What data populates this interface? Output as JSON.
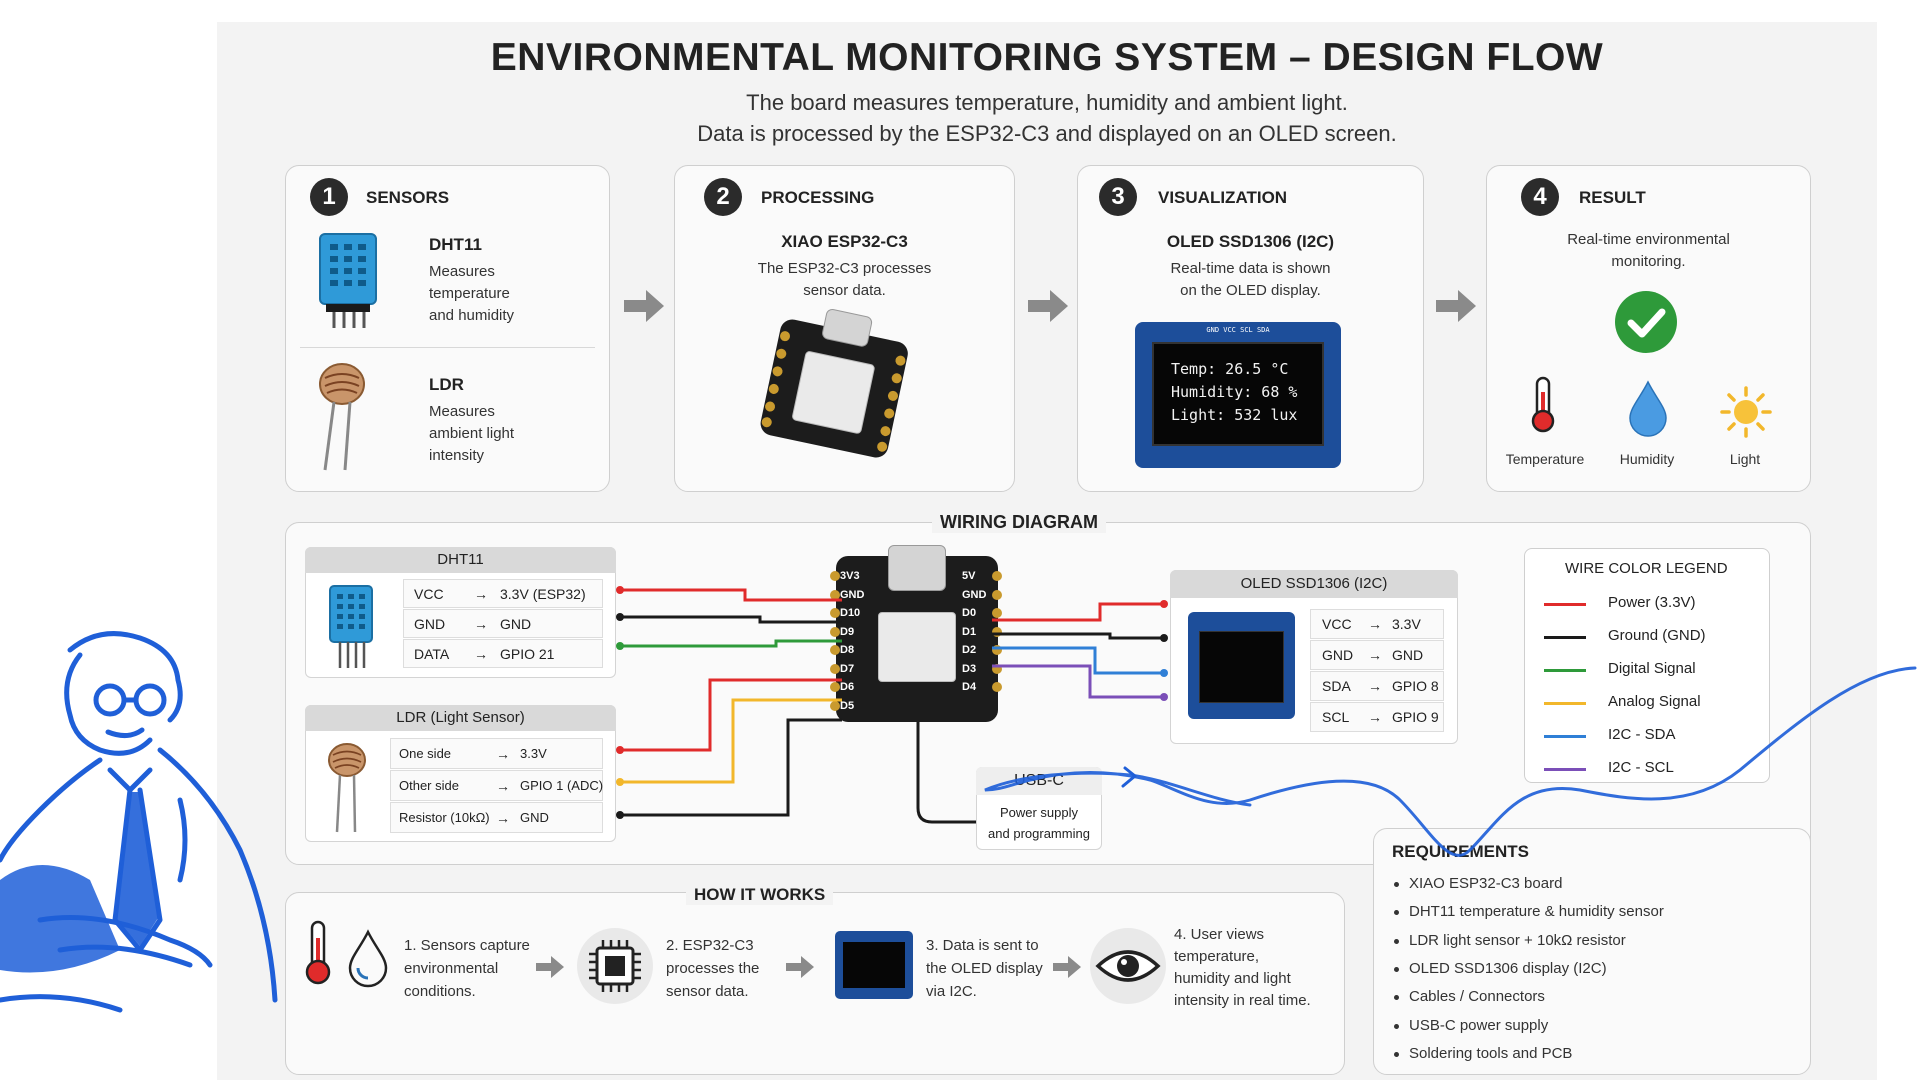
{
  "header": {
    "title": "ENVIRONMENTAL MONITORING SYSTEM – DESIGN FLOW",
    "subtitle_line1": "The board measures temperature, humidity and ambient light.",
    "subtitle_line2": "Data is processed by the ESP32-C3 and displayed on an OLED screen."
  },
  "steps": [
    {
      "num": "1",
      "title": "SENSORS"
    },
    {
      "num": "2",
      "title": "PROCESSING"
    },
    {
      "num": "3",
      "title": "VISUALIZATION"
    },
    {
      "num": "4",
      "title": "RESULT"
    }
  ],
  "sensors": {
    "dht_name": "DHT11",
    "dht_desc": [
      "Measures",
      "temperature",
      "and humidity"
    ],
    "ldr_name": "LDR",
    "ldr_desc": [
      "Measures",
      "ambient light",
      "intensity"
    ]
  },
  "processing": {
    "name": "XIAO ESP32-C3",
    "desc_line1": "The ESP32-C3 processes",
    "desc_line2": "sensor data."
  },
  "visualization": {
    "name": "OLED SSD1306 (I2C)",
    "desc_line1": "Real-time data is shown",
    "desc_line2": "on the OLED display.",
    "screen_line1": "Temp: 26.5 °C",
    "screen_line2": "Humidity: 68 %",
    "screen_line3": "Light: 532 lux",
    "pins": "GND VCC SCL SDA"
  },
  "result": {
    "desc_line1": "Real-time environmental",
    "desc_line2": "monitoring.",
    "icons": [
      "Temperature",
      "Humidity",
      "Light"
    ]
  },
  "wiring": {
    "title": "WIRING DIAGRAM",
    "dht_table": {
      "title": "DHT11",
      "rows": [
        [
          "VCC",
          "3.3V (ESP32)"
        ],
        [
          "GND",
          "GND"
        ],
        [
          "DATA",
          "GPIO 21"
        ]
      ]
    },
    "ldr_table": {
      "title": "LDR (Light Sensor)",
      "rows": [
        [
          "One side",
          "3.3V"
        ],
        [
          "Other side",
          "GPIO 1 (ADC)"
        ],
        [
          "Resistor (10kΩ)",
          "GND"
        ]
      ]
    },
    "oled_table": {
      "title": "OLED SSD1306 (I2C)",
      "rows": [
        [
          "VCC",
          "3.3V"
        ],
        [
          "GND",
          "GND"
        ],
        [
          "SDA",
          "GPIO 8"
        ],
        [
          "SCL",
          "GPIO 9"
        ]
      ]
    },
    "board_pins_left": [
      "3V3",
      "GND",
      "D10",
      "D9",
      "D8",
      "D7",
      "D6",
      "D5"
    ],
    "board_pins_right": [
      "5V",
      "GND",
      "D0",
      "D1",
      "D2",
      "D3",
      "D4"
    ],
    "usb": {
      "title": "USB-C",
      "line1": "Power supply",
      "line2": "and programming"
    },
    "arrow_symbol": "→"
  },
  "legend": {
    "title": "WIRE COLOR LEGEND",
    "items": [
      {
        "label": "Power (3.3V)",
        "color": "#e02b2b"
      },
      {
        "label": "Ground (GND)",
        "color": "#1a1a1a"
      },
      {
        "label": "Digital Signal",
        "color": "#2e9a3a"
      },
      {
        "label": "Analog Signal",
        "color": "#f2b72b"
      },
      {
        "label": "I2C - SDA",
        "color": "#2f7fd6"
      },
      {
        "label": "I2C - SCL",
        "color": "#7b4fb8"
      }
    ]
  },
  "how": {
    "title": "HOW IT WORKS",
    "s1": [
      "1. Sensors capture",
      "environmental",
      "conditions."
    ],
    "s2": [
      "2. ESP32-C3",
      "processes the",
      "sensor data."
    ],
    "s3": [
      "3. Data is sent to",
      "the OLED display",
      "via I2C."
    ],
    "s4": [
      "4. User views",
      "temperature,",
      "humidity and light",
      "intensity in real time."
    ]
  },
  "requirements": {
    "title": "REQUIREMENTS",
    "items": [
      "XIAO ESP32-C3 board",
      "DHT11 temperature & humidity sensor",
      "LDR light sensor + 10kΩ resistor",
      "OLED SSD1306 display (I2C)",
      "Cables / Connectors",
      "USB-C power supply",
      "Soldering tools and PCB"
    ]
  },
  "colors": {
    "power": "#e02b2b",
    "ground": "#1a1a1a",
    "digital": "#2e9a3a",
    "analog": "#f2b72b",
    "sda": "#2f7fd6",
    "scl": "#7b4fb8",
    "sketch_blue": "#1f5fd8",
    "ok_green": "#2e9a3a"
  }
}
